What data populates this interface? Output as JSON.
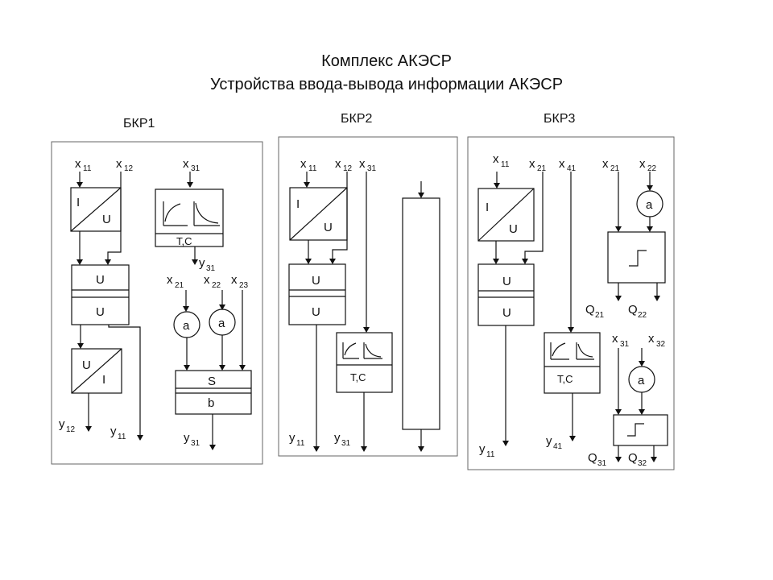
{
  "title": {
    "line1": "Комплекс АКЭСР",
    "line2": "Устройства ввода-вывода информации АКЭСР"
  },
  "panels": {
    "p1": "БКР1",
    "p2": "БКР2",
    "p3": "БКР3"
  },
  "blocks": {
    "I": "I",
    "U": "U",
    "S": "S",
    "b": "b",
    "a": "a",
    "TC": "T,C"
  },
  "signals": {
    "x11": "11",
    "x12": "12",
    "x21": "21",
    "x22": "22",
    "x23": "23",
    "x31": "31",
    "x32": "32",
    "x41": "41",
    "y11": "11",
    "y12": "12",
    "y31": "31",
    "y41": "41",
    "Q21": "21",
    "Q22": "22",
    "Q31": "31",
    "Q32": "32"
  },
  "letters": {
    "x": "x",
    "y": "y",
    "Q": "Q"
  }
}
